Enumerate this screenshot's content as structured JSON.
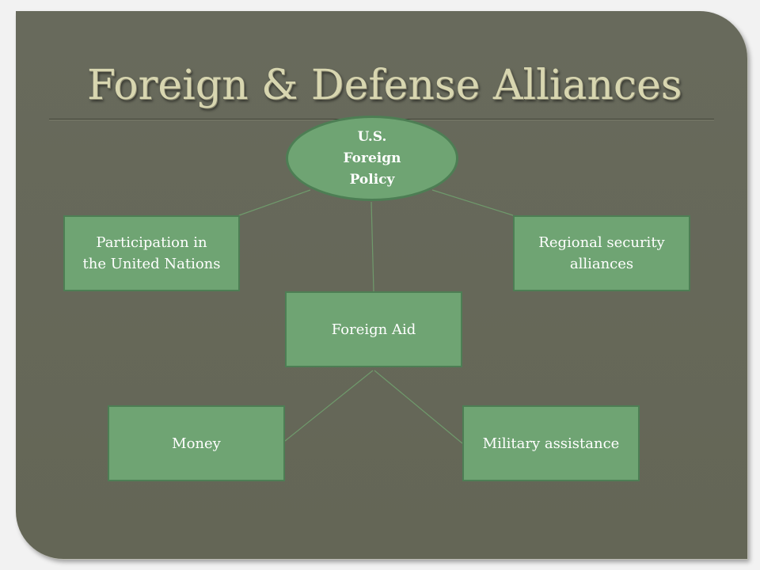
{
  "slide": {
    "title": "Foreign & Defense Alliances"
  },
  "diagram": {
    "root": "U.S.\nForeign\nPolicy",
    "nodes": {
      "un": "Participation in\nthe United Nations",
      "regional": "Regional security\nalliances",
      "aid": "Foreign Aid",
      "money": "Money",
      "military": "Military assistance"
    },
    "edges": [
      [
        "root",
        "un"
      ],
      [
        "root",
        "regional"
      ],
      [
        "root",
        "aid"
      ],
      [
        "aid",
        "money"
      ],
      [
        "aid",
        "military"
      ]
    ]
  },
  "colors": {
    "background": "#686a5c",
    "title": "#d8d6b0",
    "node_fill": "#6fa473",
    "node_border": "#4d7e54",
    "connector": "#6f9a6c"
  }
}
